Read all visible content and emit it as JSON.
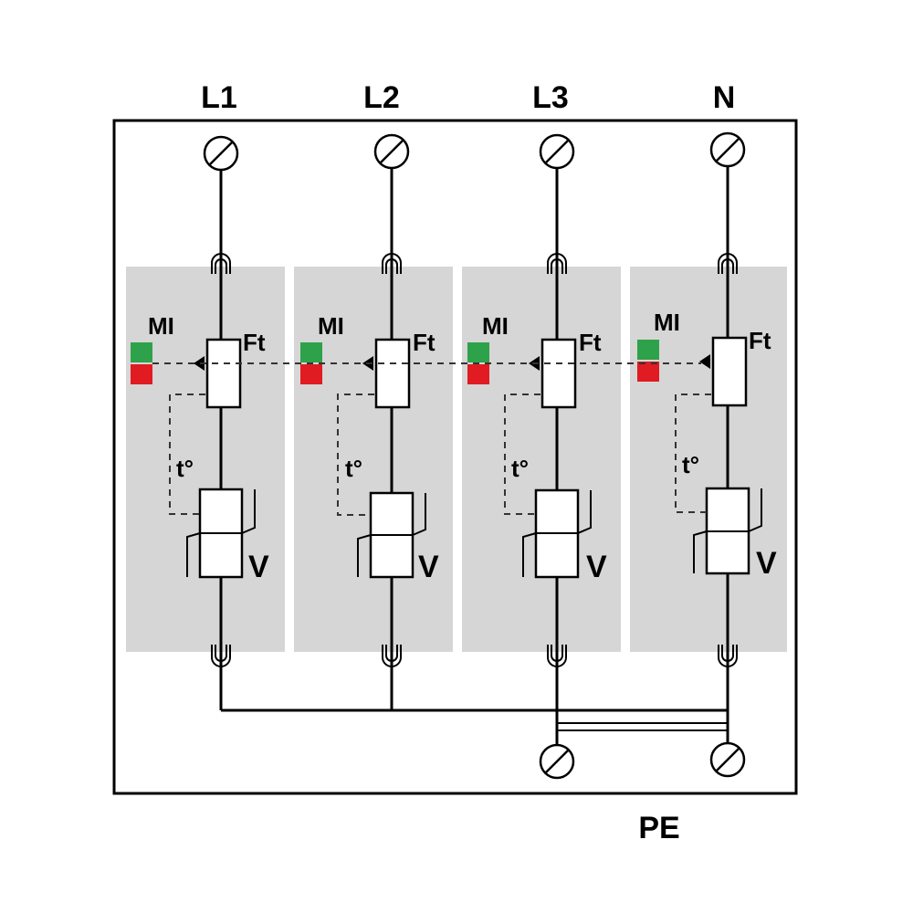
{
  "diagram": {
    "poles": [
      {
        "id": "l1",
        "label": "L1",
        "indicator_label": "MI",
        "fuse_label": "Ft",
        "thermal_label": "t°",
        "varistor_label": "V"
      },
      {
        "id": "l2",
        "label": "L2",
        "indicator_label": "MI",
        "fuse_label": "Ft",
        "thermal_label": "t°",
        "varistor_label": "V"
      },
      {
        "id": "l3",
        "label": "L3",
        "indicator_label": "MI",
        "fuse_label": "Ft",
        "thermal_label": "t°",
        "varistor_label": "V"
      },
      {
        "id": "n",
        "label": "N",
        "indicator_label": "MI",
        "fuse_label": "Ft",
        "thermal_label": "t°",
        "varistor_label": "V"
      }
    ],
    "earth_label": "PE",
    "colors": {
      "module_fill": "#d6d6d6",
      "indicator_ok": "#2ea24a",
      "indicator_fault": "#e01b22",
      "line": "#000000"
    }
  }
}
